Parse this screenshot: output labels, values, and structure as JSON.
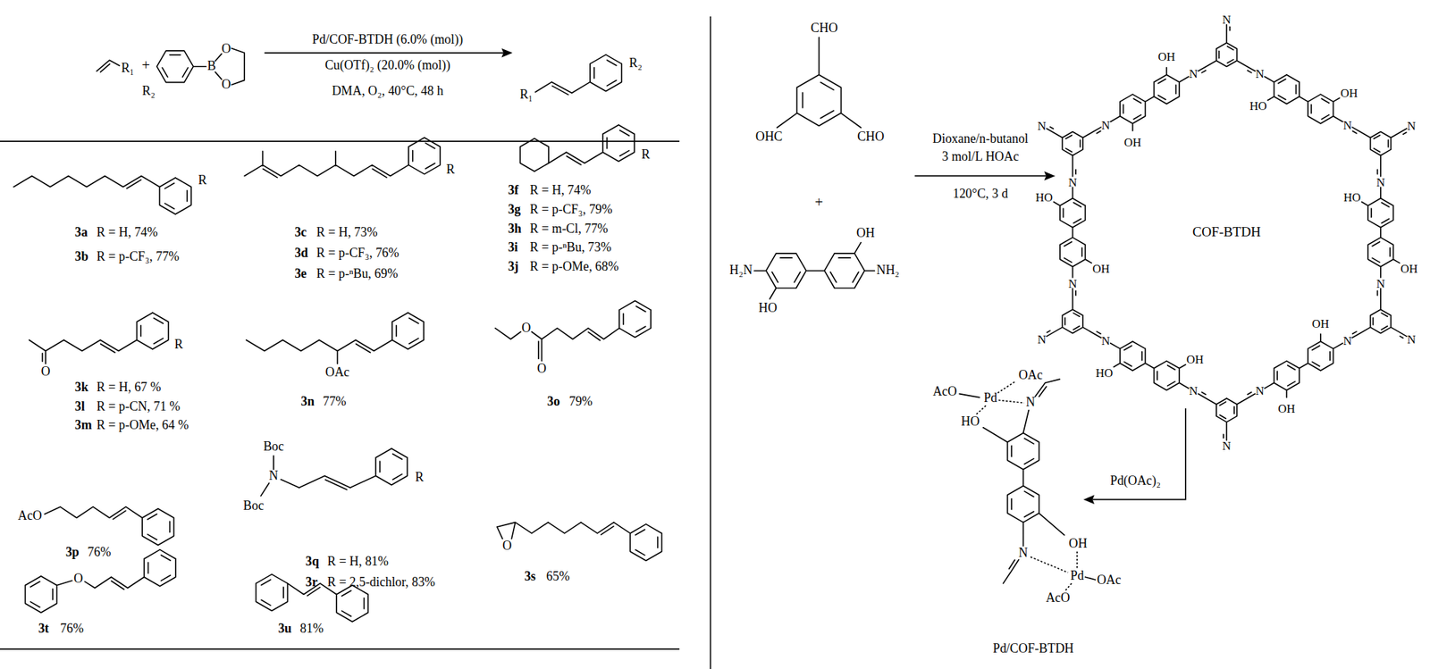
{
  "diagram": {
    "labels": [
      "R₁",
      "+",
      "R₂",
      "B",
      "O",
      "O",
      "Pd/COF-BTDH (6.0% (mol))",
      "Cu(OTf)₂ (20.0% (mol))",
      "DMA, O₂, 40°C, 48 h",
      "R₁",
      "R₂",
      "R",
      "3a",
      "R = H, 74%",
      "3b",
      "R = p-CF₃, 77%",
      "R",
      "3c",
      "R = H, 73%",
      "3d",
      "R = p-CF₃, 76%",
      "3e",
      "R = p-ⁿBu, 69%",
      "R",
      "3f",
      "R = H, 74%",
      "3g",
      "R = p-CF₃, 79%",
      "3h",
      "R = m-Cl, 77%",
      "3i",
      "R = p-ⁿBu, 73%",
      "3j",
      "R = p-OMe, 68%",
      "O",
      "R",
      "3k",
      "R = H, 67 %",
      "3l",
      "R = p-CN, 71 %",
      "3m",
      "R = p-OMe, 64 %",
      "OAc",
      "3n",
      "77%",
      "O",
      "O",
      "3o",
      "79%",
      "AcO",
      "3p",
      "76%",
      "Boc",
      "N",
      "Boc",
      "R",
      "3q",
      "R = H, 81%",
      "3r",
      "R = 2,5-dichlor, 83%",
      "O",
      "3s",
      "65%",
      "O",
      "3t",
      "76%",
      "3u",
      "81%",
      "CHO",
      "OHC",
      "CHO",
      "+",
      "H₂N",
      "OH",
      "NH₂",
      "HO",
      "Dioxane/n-butanol",
      "3 mol/L HOAc",
      "120°C, 3 d",
      "COF-BTDH",
      "N",
      "HO",
      "OH",
      "N",
      "N",
      "HO",
      "OH",
      "N",
      "N",
      "OH",
      "OH",
      "N",
      "N",
      "OH",
      "HO",
      "N",
      "N",
      "OH",
      "HO",
      "N",
      "N",
      "OH",
      "OH",
      "N",
      "N",
      "N",
      "N",
      "N",
      "N",
      "N",
      "Pd(OAc)₂",
      "OAc",
      "AcO",
      "Pd",
      "N",
      "HO",
      "OH",
      "N",
      "Pd",
      "OAc",
      "AcO",
      "Pd/COF-BTDH"
    ]
  }
}
